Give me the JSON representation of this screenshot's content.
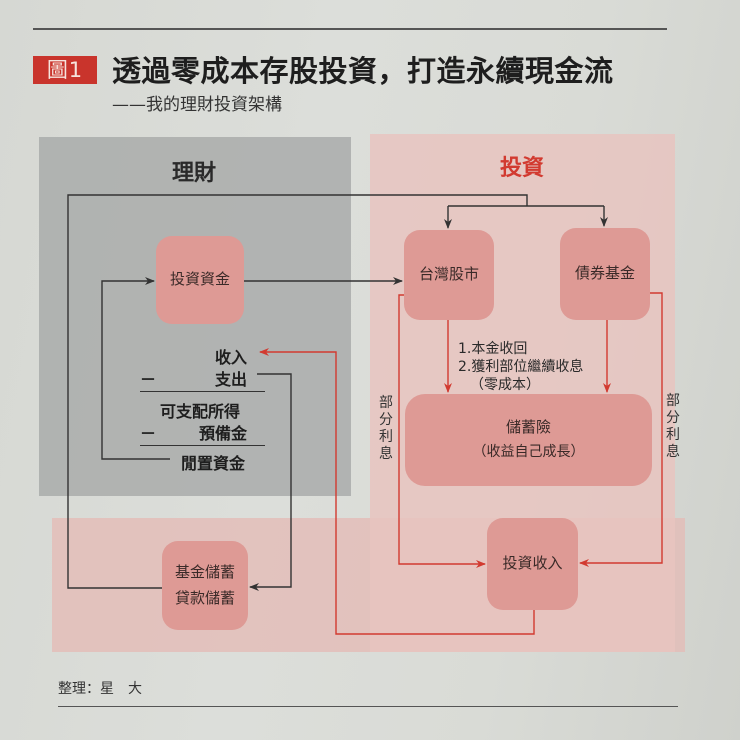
{
  "header": {
    "figure_badge": "圖1",
    "title": "透過零成本存股投資，打造永續現金流",
    "subtitle": "——我的理財投資架構"
  },
  "sections": {
    "finance": {
      "label": "理財",
      "color": "#2a2a2a"
    },
    "investment": {
      "label": "投資",
      "color": "#d23a30"
    }
  },
  "nodes": {
    "investment_capital": "投資資金",
    "taiwan_stock": "台灣股市",
    "bond_fund": "債券基金",
    "insurance": {
      "line1": "儲蓄險",
      "line2": "（收益自己成長）"
    },
    "investment_income": "投資收入",
    "savings": {
      "line1": "基金儲蓄",
      "line2": "貸款儲蓄"
    }
  },
  "ledger": {
    "income": "收入",
    "minus1": "－",
    "expense": "支出",
    "disposable_income": "可支配所得",
    "minus2": "－",
    "reserve": "預備金",
    "idle_funds": "閒置資金"
  },
  "annotations": {
    "stock_to_insurance_1": "1.本金收回",
    "stock_to_insurance_2": "2.獲利部位繼續收息",
    "stock_to_insurance_3": "（零成本）",
    "partial_interest_left": "部分利息",
    "partial_interest_right": "部分利息"
  },
  "footer": {
    "credit": "整理：星　大"
  },
  "colors": {
    "accent_red": "#d23a30",
    "badge_red": "#c9342c",
    "box_pink": "#de9a95",
    "region_gray": "#a9abaa",
    "region_pink": "#e7c4bf"
  }
}
